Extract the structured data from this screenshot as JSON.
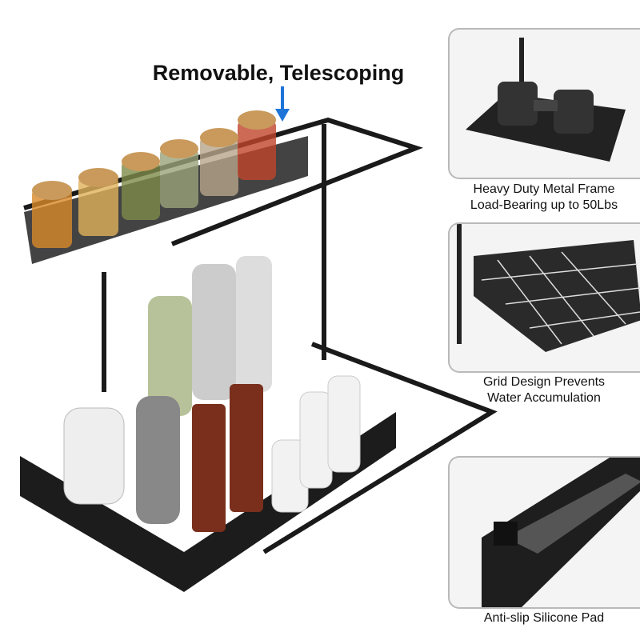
{
  "headline": "Removable, Telescoping",
  "arrow_color": "#1e74d8",
  "features": [
    {
      "icon": "dumbbell-closeup",
      "lines": [
        "Heavy Duty Metal Frame",
        "Load-Bearing up to 50Lbs"
      ]
    },
    {
      "icon": "grid-basket-closeup",
      "lines": [
        "Grid Design Prevents",
        "Water Accumulation"
      ]
    },
    {
      "icon": "silicone-pad-closeup",
      "lines": [
        "Anti-slip Silicone Pad"
      ]
    }
  ]
}
